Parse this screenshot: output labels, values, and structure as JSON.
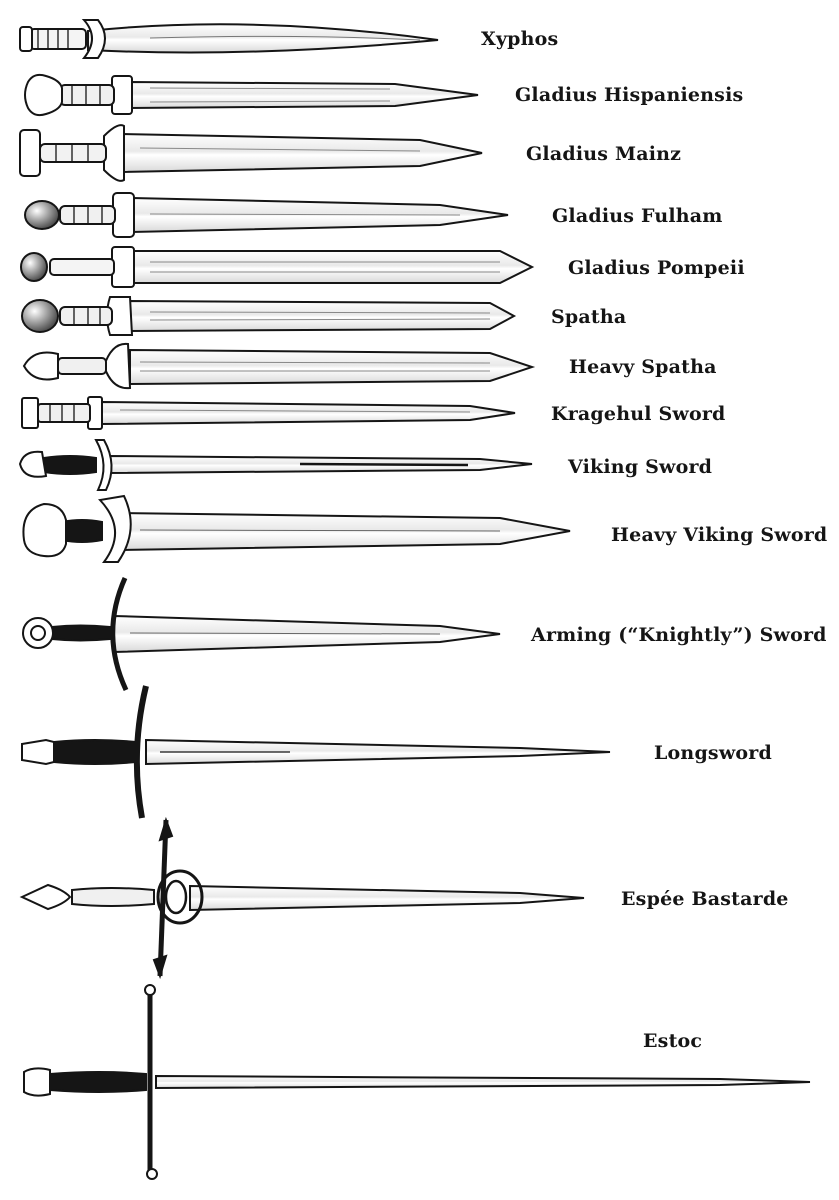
{
  "page": {
    "background": "#ffffff",
    "ink": "#151515"
  },
  "swords": [
    {
      "name": "Xyphos"
    },
    {
      "name": "Gladius Hispaniensis"
    },
    {
      "name": "Gladius Mainz"
    },
    {
      "name": "Gladius Fulham"
    },
    {
      "name": "Gladius Pompeii"
    },
    {
      "name": "Spatha"
    },
    {
      "name": "Heavy Spatha"
    },
    {
      "name": "Kragehul Sword"
    },
    {
      "name": "Viking Sword"
    },
    {
      "name": "Heavy Viking Sword"
    },
    {
      "name": "Arming (“Knightly”) Sword"
    },
    {
      "name": "Longsword"
    },
    {
      "name": "Espée Bastarde"
    },
    {
      "name": "Estoc"
    }
  ]
}
